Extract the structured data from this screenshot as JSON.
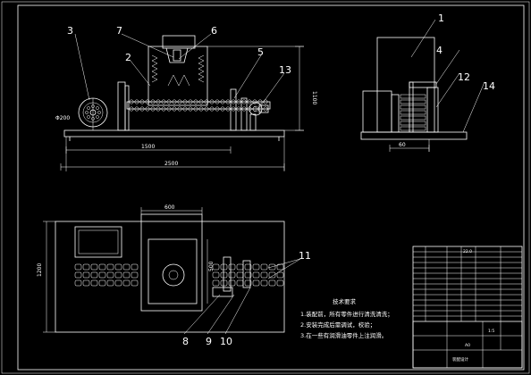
{
  "drawing": {
    "background": "#000000",
    "line_color": "#ffffff",
    "part_numbers": [
      "1",
      "2",
      "3",
      "4",
      "5",
      "6",
      "7",
      "8",
      "9",
      "10",
      "11",
      "12",
      "13",
      "14"
    ],
    "dimensions": {
      "front_height": "1100",
      "front_span": "1500",
      "front_total": "2500",
      "wheel_dia": "Φ200",
      "side_offset": "60",
      "plan_width": "600",
      "plan_inner": "500",
      "plan_height": "1200"
    },
    "notes": {
      "title": "技术要求",
      "lines": [
        "1.装配前，所有零件进行清洗清洗；",
        "2.安装完成后需调试，校验；",
        "3.在一些有润滑油零件上注润滑。"
      ]
    },
    "title_block": {
      "code": "22.0",
      "scale": "1:5",
      "sheet": "A0",
      "drawing_name": "装配设计"
    }
  }
}
